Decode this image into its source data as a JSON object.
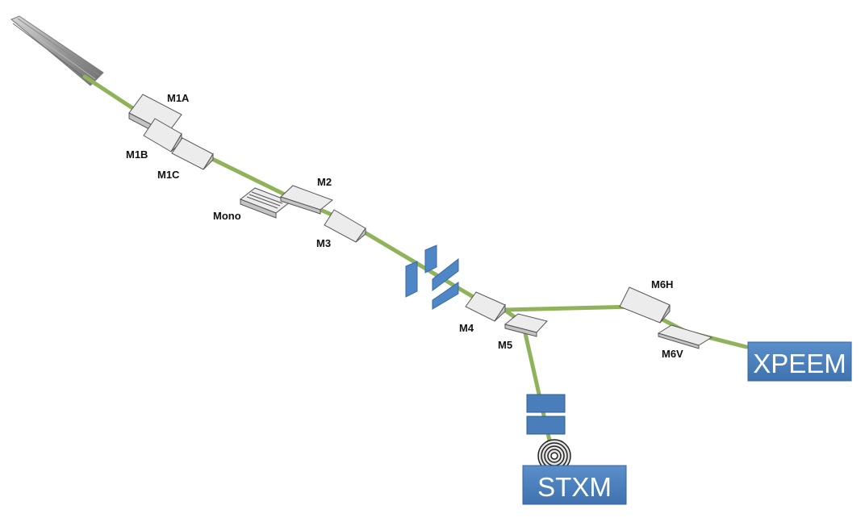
{
  "colors": {
    "beam": "#8fb35a",
    "mirror_face": "#ececec",
    "mirror_side": "#c4c4c4",
    "mirror_edge": "#555555",
    "slit_blue": "#4f86c6",
    "endstation_box": "#4a7ebb",
    "endstation_text": "#ffffff"
  },
  "labels": {
    "m1a": "M1A",
    "m1b": "M1B",
    "m1c": "M1C",
    "mono": "Mono",
    "m2": "M2",
    "m3": "M3",
    "m4": "M4",
    "m5": "M5",
    "m6h": "M6H",
    "m6v": "M6V"
  },
  "endstations": {
    "xpeem": "XPEEM",
    "stxm": "STXM"
  },
  "icons": {
    "undulator": "undulator-icon",
    "slits": "slit-icon",
    "zone_plate": "zone-plate-icon"
  }
}
